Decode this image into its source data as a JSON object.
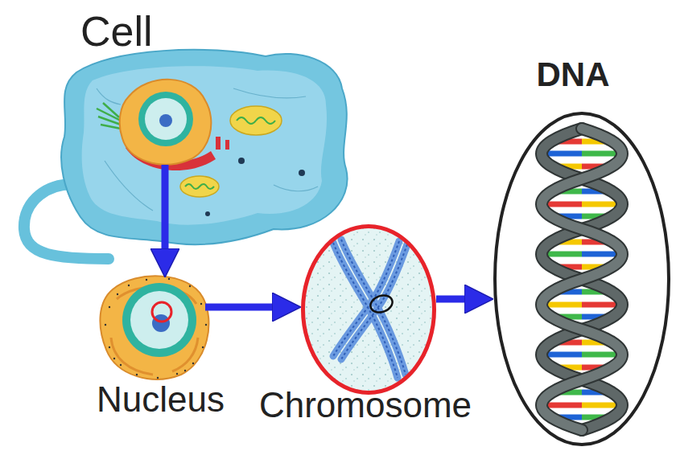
{
  "diagram": {
    "nodes": [
      {
        "text": [
          "Cell"
        ]
      },
      {
        "text": [
          "Nucleus"
        ]
      },
      {
        "text": [
          "Chromosome"
        ]
      },
      {
        "text": [
          "DNA"
        ]
      }
    ],
    "edges": [
      {
        "from": 0,
        "to": 1,
        "arrow": "to"
      },
      {
        "from": 1,
        "to": 2,
        "arrow": "to"
      },
      {
        "from": 2,
        "to": 3,
        "arrow": "to"
      }
    ]
  }
}
